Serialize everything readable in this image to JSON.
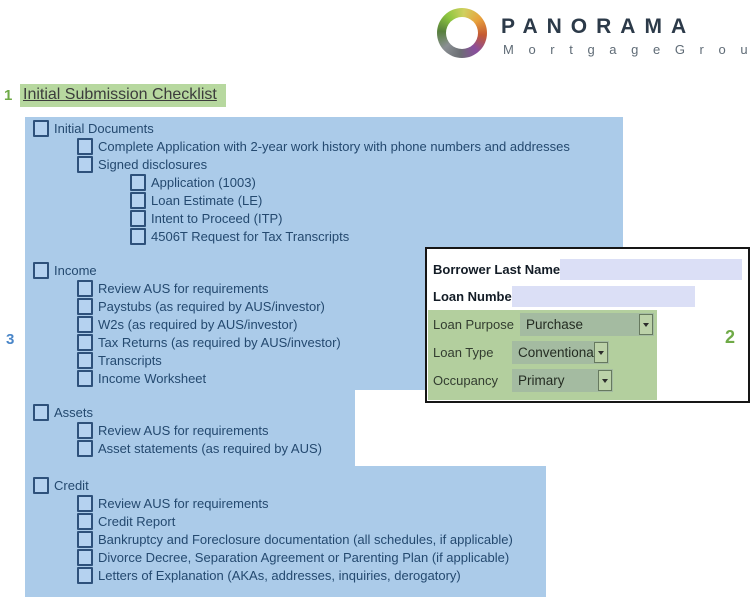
{
  "logo": {
    "brand": "PANORAMA",
    "sub": "M o r t g a g e   G r o u p"
  },
  "annotations": {
    "step1": "1",
    "step2": "2",
    "step3": "3"
  },
  "title": "Initial Submission Checklist",
  "checklist": {
    "blocks": [
      {
        "id": "initial-documents",
        "items": [
          {
            "level": 1,
            "label": "Initial Documents"
          },
          {
            "level": 2,
            "label": "Complete Application with 2-year work history with phone numbers and addresses"
          },
          {
            "level": 2,
            "label": "Signed disclosures"
          },
          {
            "level": 3,
            "label": "Application (1003)"
          },
          {
            "level": 3,
            "label": "Loan Estimate (LE)"
          },
          {
            "level": 3,
            "label": "Intent to Proceed (ITP)"
          },
          {
            "level": 3,
            "label": "4506T Request for Tax Transcripts"
          }
        ]
      },
      {
        "id": "income",
        "items": [
          {
            "level": 1,
            "label": "Income"
          },
          {
            "level": 2,
            "label": "Review AUS for requirements"
          },
          {
            "level": 2,
            "label": "Paystubs (as required by AUS/investor)"
          },
          {
            "level": 2,
            "label": "W2s (as required by AUS/investor)"
          },
          {
            "level": 2,
            "label": "Tax Returns (as required by AUS/investor)"
          },
          {
            "level": 2,
            "label": "Transcripts"
          },
          {
            "level": 2,
            "label": "Income Worksheet"
          }
        ]
      },
      {
        "id": "assets",
        "items": [
          {
            "level": 1,
            "label": "Assets"
          },
          {
            "level": 2,
            "label": "Review AUS for requirements"
          },
          {
            "level": 2,
            "label": "Asset statements (as required by AUS)"
          }
        ]
      },
      {
        "id": "credit",
        "items": [
          {
            "level": 1,
            "label": "Credit"
          },
          {
            "level": 2,
            "label": "Review AUS for requirements"
          },
          {
            "level": 2,
            "label": "Credit Report"
          },
          {
            "level": 2,
            "label": "Bankruptcy and Foreclosure documentation (all schedules, if applicable)"
          },
          {
            "level": 2,
            "label": "Divorce Decree, Separation Agreement or Parenting Plan (if applicable)"
          },
          {
            "level": 2,
            "label": "Letters of Explanation (AKAs, addresses, inquiries, derogatory)"
          }
        ]
      }
    ]
  },
  "form": {
    "text_fields": [
      {
        "label": "Borrower Last Name",
        "value": ""
      },
      {
        "label": "Loan Number",
        "value": ""
      }
    ],
    "dropdowns": [
      {
        "label": "Loan Purpose",
        "value": "Purchase"
      },
      {
        "label": "Loan Type",
        "value": "Conventional"
      },
      {
        "label": "Occupancy",
        "value": "Primary"
      }
    ]
  },
  "colors": {
    "panel_blue": "#abcbe9",
    "checkbox_border": "#2e517b",
    "highlight_green": "#b3cf9e",
    "accent_green": "#6faa47",
    "accent_blue": "#4a86c8",
    "input_lavender": "#dbdff6"
  }
}
